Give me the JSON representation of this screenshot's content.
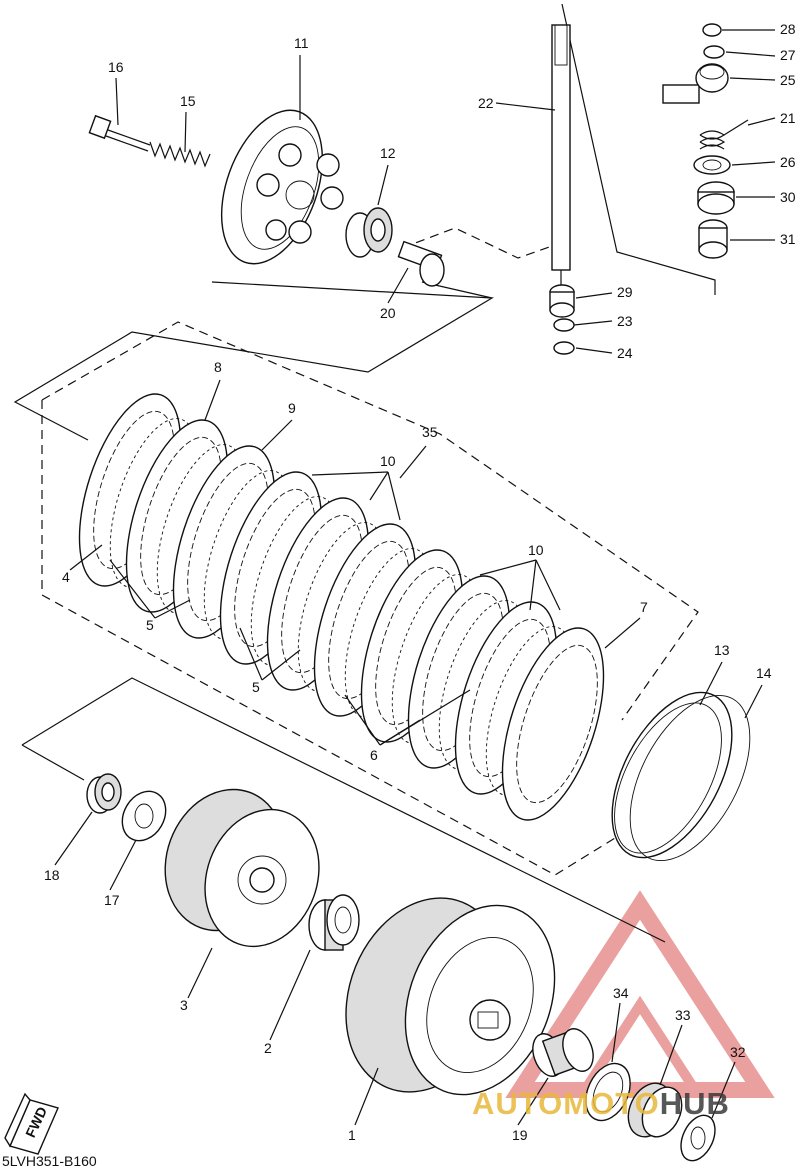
{
  "diagram": {
    "code": "5LVH351-B160",
    "fwd_label": "FWD",
    "watermark": {
      "prefix": "AUTOMOTO",
      "suffix": "HUB",
      "color": "#d9534f",
      "accent": "#e8b83a"
    }
  },
  "parts": [
    {
      "id": "p1",
      "label": "1"
    },
    {
      "id": "p2",
      "label": "2"
    },
    {
      "id": "p3",
      "label": "3"
    },
    {
      "id": "p4",
      "label": "4"
    },
    {
      "id": "p5a",
      "label": "5"
    },
    {
      "id": "p5b",
      "label": "5"
    },
    {
      "id": "p6",
      "label": "6"
    },
    {
      "id": "p7",
      "label": "7"
    },
    {
      "id": "p8",
      "label": "8"
    },
    {
      "id": "p9",
      "label": "9"
    },
    {
      "id": "p10a",
      "label": "10"
    },
    {
      "id": "p10b",
      "label": "10"
    },
    {
      "id": "p11",
      "label": "11"
    },
    {
      "id": "p12",
      "label": "12"
    },
    {
      "id": "p13",
      "label": "13"
    },
    {
      "id": "p14",
      "label": "14"
    },
    {
      "id": "p15",
      "label": "15"
    },
    {
      "id": "p16",
      "label": "16"
    },
    {
      "id": "p17",
      "label": "17"
    },
    {
      "id": "p18",
      "label": "18"
    },
    {
      "id": "p19",
      "label": "19"
    },
    {
      "id": "p20",
      "label": "20"
    },
    {
      "id": "p21",
      "label": "21"
    },
    {
      "id": "p22",
      "label": "22"
    },
    {
      "id": "p23",
      "label": "23"
    },
    {
      "id": "p24",
      "label": "24"
    },
    {
      "id": "p25",
      "label": "25"
    },
    {
      "id": "p26",
      "label": "26"
    },
    {
      "id": "p27",
      "label": "27"
    },
    {
      "id": "p28",
      "label": "28"
    },
    {
      "id": "p29",
      "label": "29"
    },
    {
      "id": "p30",
      "label": "30"
    },
    {
      "id": "p31",
      "label": "31"
    },
    {
      "id": "p32",
      "label": "32"
    },
    {
      "id": "p33",
      "label": "33"
    },
    {
      "id": "p34",
      "label": "34"
    },
    {
      "id": "p35",
      "label": "35"
    }
  ]
}
